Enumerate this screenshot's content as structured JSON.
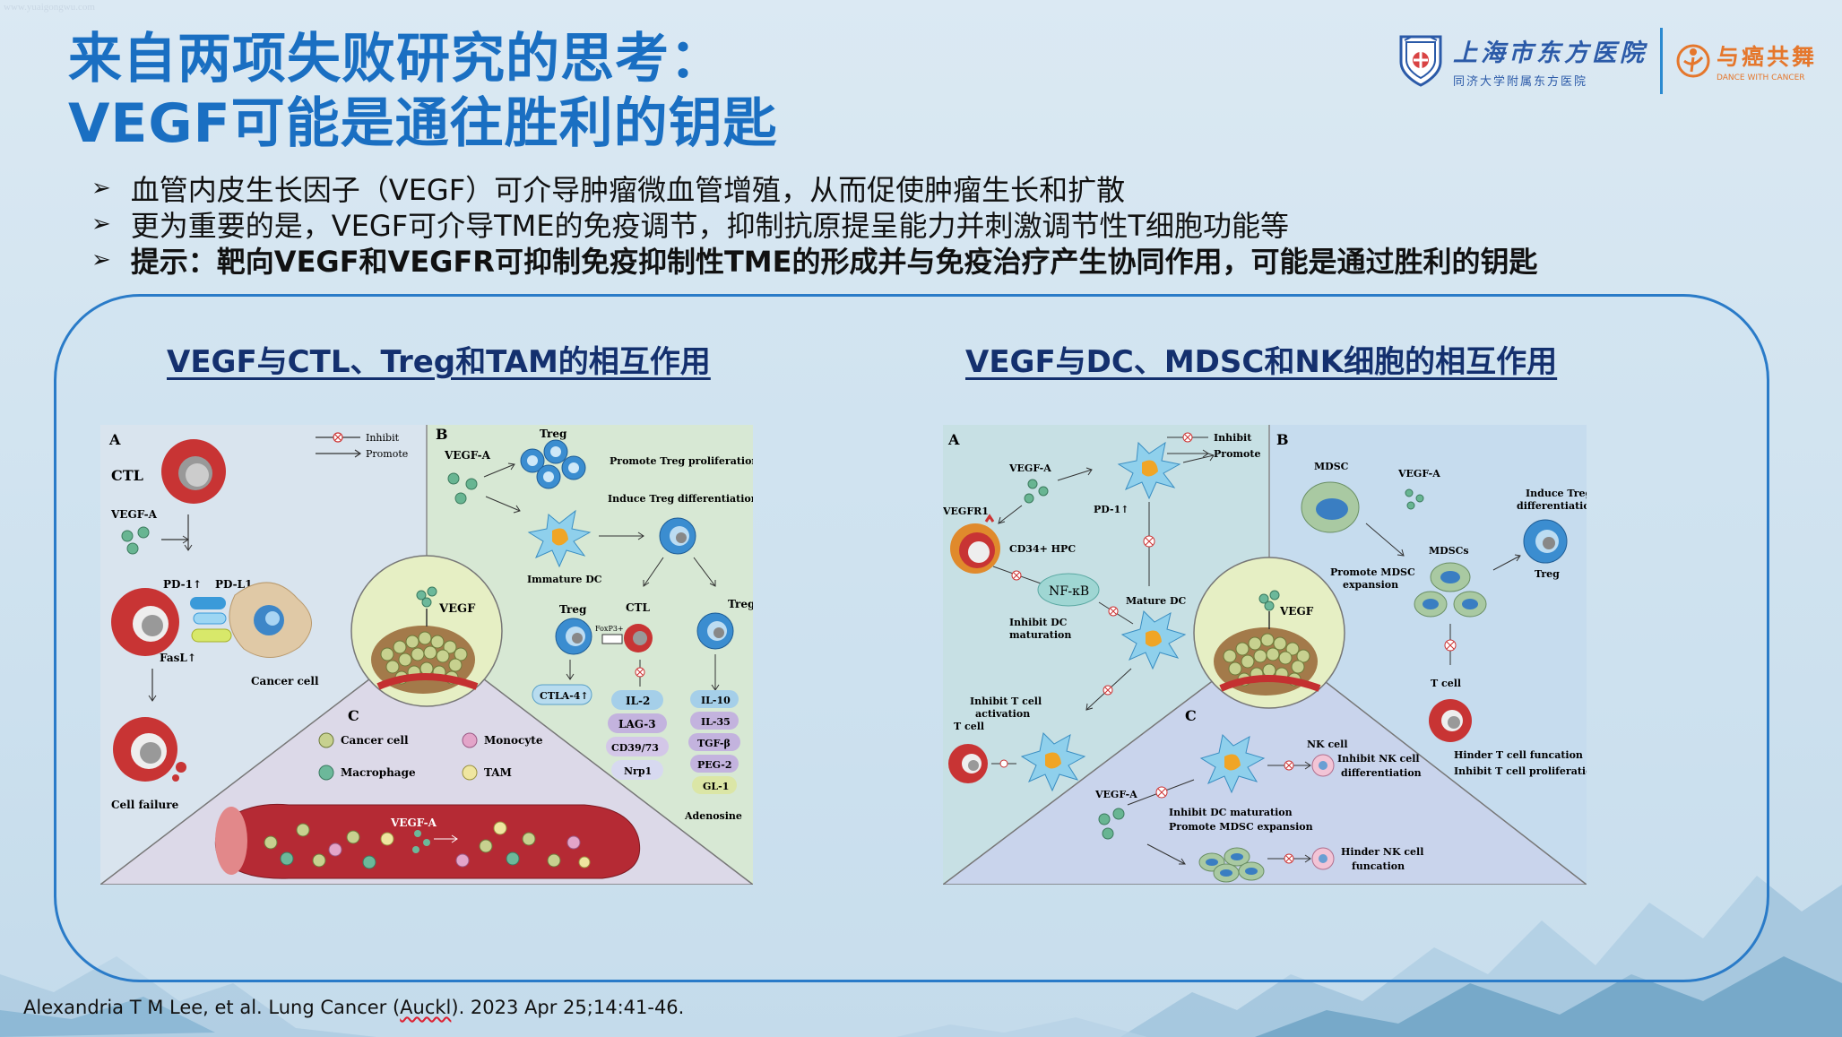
{
  "watermark": "www.yuaigongwu.com",
  "title": {
    "line1": "来自两项失败研究的思考：",
    "line2": "VEGF可能是通往胜利的钥匙"
  },
  "logos": {
    "hospital_name": "上海市东方医院",
    "hospital_sub": "同济大学附属东方医院",
    "dance_name": "与癌共舞",
    "dance_en": "DANCE WITH CANCER"
  },
  "bullets": [
    {
      "text": "血管内皮生长因子（VEGF）可介导肿瘤微血管增殖，从而促使肿瘤生长和扩散",
      "bold": false
    },
    {
      "text": "更为重要的是，VEGF可介导TME的免疫调节，抑制抗原提呈能力并刺激调节性T细胞功能等",
      "bold": false
    },
    {
      "text": "提示：靶向VEGF和VEGFR可抑制免疫抑制性TME的形成并与免疫治疗产生协同作用，可能是通过胜利的钥匙",
      "bold": true
    }
  ],
  "left_heading": "VEGF与CTL、Treg和TAM的相互作用",
  "right_heading": "VEGF与DC、MDSC和NK细胞的相互作用",
  "left_figure": {
    "A": "A",
    "B": "B",
    "C": "C",
    "inhibit": "Inhibit",
    "promote": "Promote",
    "ctl": "CTL",
    "vegfa": "VEGF-A",
    "pd1": "PD-1↑",
    "pdl1": "PD-L1",
    "fasl": "FasL↑",
    "cancer_cell": "Cancer cell",
    "cell_failure": "Cell failure",
    "treg": "Treg",
    "promote_treg_prolif": "Promote Treg proliferation",
    "induce_treg_diff": "Induce Treg differentiation",
    "immature_dc": "Immature DC",
    "vegf": "VEGF",
    "foxp3": "FoxP3+",
    "ctl2": "CTL",
    "ctla4": "CTLA-4↑",
    "cytokines_mid": [
      "IL-2",
      "LAG-3",
      "CD39/73",
      "Nrp1"
    ],
    "cytokines_right": [
      "IL-10",
      "IL-35",
      "TGF-β",
      "PEG-2",
      "GL-1"
    ],
    "adenosine": "Adenosine",
    "legend_cancer": "Cancer cell",
    "legend_monocyte": "Monocyte",
    "legend_macrophage": "Macrophage",
    "legend_tam": "TAM",
    "vessel_vegfa": "VEGF-A"
  },
  "right_figure": {
    "A": "A",
    "B": "B",
    "C": "C",
    "inhibit": "Inhibit",
    "promote": "Promote",
    "vegfa": "VEGF-A",
    "vegfr1": "VEGFR1",
    "pd1": "PD-1↑",
    "cd34": "CD34+ HPC",
    "nfkb": "NF-κB",
    "inhibit_dc_mat": "Inhibit DC",
    "inhibit_dc_mat2": "maturation",
    "mature_dc": "Mature DC",
    "inhibit_t_act": "Inhibit T cell",
    "inhibit_t_act2": "activation",
    "t_cell": "T cell",
    "vegf": "VEGF",
    "mdsc": "MDSC",
    "vegfa_b": "VEGF-A",
    "induce_treg": "Induce Treg",
    "induce_treg2": "differentiation",
    "mdscs": "MDSCs",
    "promote_mdsc": "Promote MDSC",
    "promote_mdsc2": "expansion",
    "treg": "Treg",
    "t_cell_b": "T cell",
    "hinder_t": "Hinder  T cell funcation",
    "inhibit_t_prolif": "Inhibit T cell proliferation",
    "nk_cell": "NK cell",
    "inhibit_nk": "Inhibit NK cell",
    "inhibit_nk2": "differentiation",
    "vegfa_c": "VEGF-A",
    "inhibit_dc_c": "Inhibit DC maturation",
    "promote_mdsc_c": "Promote MDSC expansion",
    "hinder_nk": "Hinder NK  cell",
    "hinder_nk2": "funcation"
  },
  "citation": {
    "before": "Alexandria T M Lee, et al. Lung Cancer (",
    "wavy": "Auckl",
    "after": "). 2023 Apr 25;14:41-46."
  }
}
